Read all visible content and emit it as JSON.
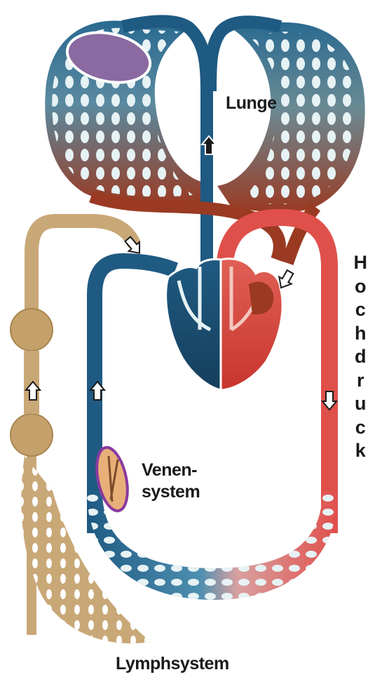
{
  "labels": {
    "lunge": "Lunge",
    "venen_line1": "Venen-",
    "venen_line2": "system",
    "lymph": "Lymphsystem",
    "hochdruck": "Hochdruck"
  },
  "colors": {
    "vein_blue": "#1f5a82",
    "vein_light": "#6fb4cc",
    "artery_red": "#e0504b",
    "artery_dark": "#9a3a22",
    "lymph_tan": "#c9a877",
    "valve_purple": "#8a3aa0",
    "capillary_fill": "#e6f2f4"
  },
  "icons": [
    "arrow-up-icon",
    "arrow-down-icon",
    "arrow-diagonal-icon"
  ]
}
